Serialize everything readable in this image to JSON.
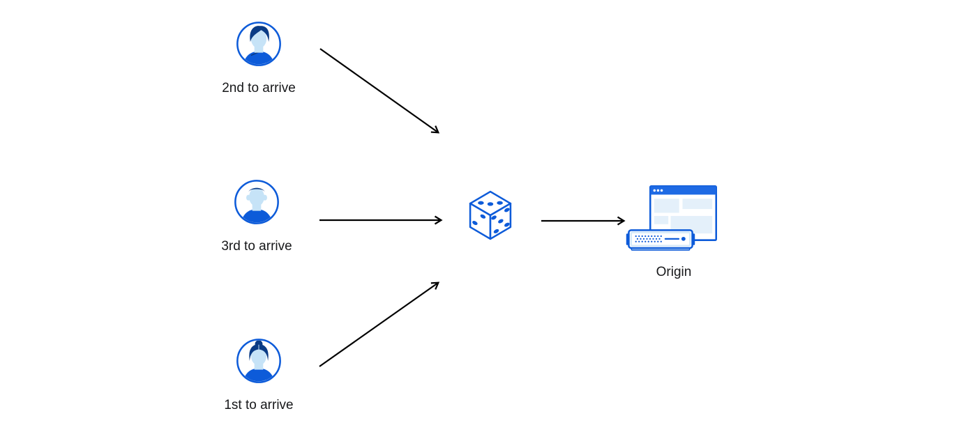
{
  "diagram": {
    "background": "#FFFFFF",
    "users": [
      {
        "label": "2nd to arrive",
        "icon": "user-avatar-man-icon"
      },
      {
        "label": "3rd to arrive",
        "icon": "user-avatar-man-2-icon"
      },
      {
        "label": "1st to arrive",
        "icon": "user-avatar-woman-icon"
      }
    ],
    "randomizer": {
      "icon": "dice-icon",
      "pips": {
        "top_face": 3,
        "left_face": 2,
        "right_face": 5
      }
    },
    "origin": {
      "label": "Origin",
      "icons": [
        "browser-window-icon",
        "server-icon"
      ]
    },
    "arrows": [
      {
        "from": "user-2nd-to-arrive",
        "to": "dice"
      },
      {
        "from": "user-3rd-to-arrive",
        "to": "dice"
      },
      {
        "from": "user-1st-to-arrive",
        "to": "dice"
      },
      {
        "from": "dice",
        "to": "origin"
      }
    ],
    "colors": {
      "accent_blue": "#0D5BD9",
      "titlebar_blue": "#1E6AE4",
      "navy_blue": "#0A3B85",
      "face_blue": "#C6E3F7",
      "panel_blue": "#E4F0FA",
      "shadow_blue": "#D5EAF9",
      "arrow_black": "#000000",
      "text_color": "#17181A"
    }
  }
}
